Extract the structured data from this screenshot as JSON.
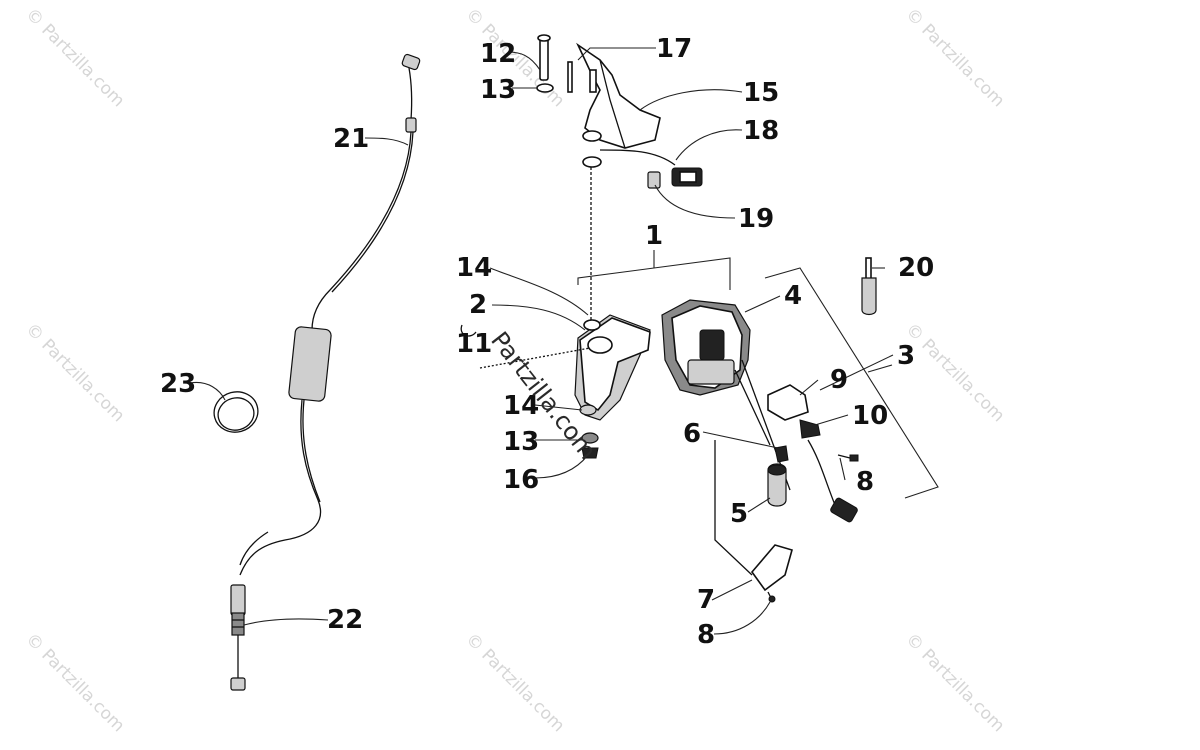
{
  "watermark": {
    "text": "© Partzilla.com",
    "center_text": "Partzilla.com"
  },
  "callouts": {
    "c1": "1",
    "c2": "2",
    "c3": "3",
    "c4": "4",
    "c5": "5",
    "c6": "6",
    "c7": "7",
    "c8a": "8",
    "c8b": "8",
    "c9": "9",
    "c10": "10",
    "c11": "11",
    "c12": "12",
    "c13a": "13",
    "c13b": "13",
    "c14a": "14",
    "c14b": "14",
    "c15": "15",
    "c16": "16",
    "c17": "17",
    "c18": "18",
    "c19": "19",
    "c20": "20",
    "c21": "21",
    "c22": "22",
    "c23": "23"
  }
}
